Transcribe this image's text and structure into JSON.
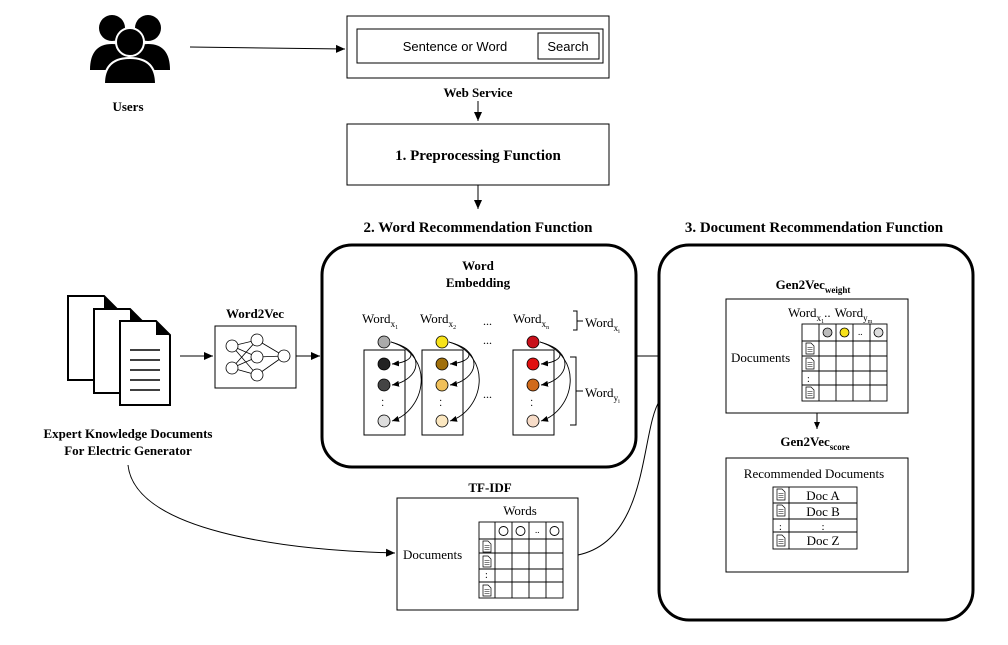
{
  "users": {
    "label": "Users"
  },
  "web_service": {
    "input_text": "Sentence or Word",
    "search_label": "Search",
    "label": "Web Service"
  },
  "preprocessing": {
    "label": "1. Preprocessing Function"
  },
  "word_rec": {
    "title": "2. Word Recommendation Function",
    "embed_line1": "Word",
    "embed_line2": "Embedding",
    "word_base": "Word",
    "sub_x1": "x",
    "sub_x1_idx": "1",
    "sub_x2": "x",
    "sub_x2_idx": "2",
    "sub_xn": "x",
    "sub_xn_idx": "n",
    "ellipsis": "...",
    "vdots": "·",
    "brace_top_label": "Word",
    "brace_top_sub": "x",
    "brace_top_sub_idx": "i",
    "brace_bottom_label": "Word",
    "brace_bottom_sub": "y",
    "brace_bottom_sub_idx": "i"
  },
  "word2vec": {
    "label": "Word2Vec"
  },
  "documents": {
    "line1": "Expert Knowledge Documents",
    "line2": "For Electric Generator"
  },
  "tfidf": {
    "title": "TF-IDF",
    "col_label": "Words",
    "row_label": "Documents",
    "header_dots": "..",
    "row_dots": ":"
  },
  "doc_rec": {
    "title": "3. Document Recommendation Function",
    "weight_title": "Gen2Vec",
    "weight_sub": "weight",
    "weight_cols": "Word",
    "weight_col_sub_x": "x",
    "weight_col_sub_x_idx": "1",
    "weight_mid": "..",
    "weight_col2": "Word",
    "weight_col_sub_y": "y",
    "weight_col_sub_y_idx": "m",
    "weight_rows": "Documents",
    "score_title": "Gen2Vec",
    "score_sub": "score",
    "rec_title": "Recommended Documents",
    "docs": [
      "Doc A",
      "Doc B",
      ":",
      "Doc Z"
    ]
  },
  "colors": {
    "x1_column": [
      "#aaaaaa",
      "#222222",
      "#444444",
      "#dddddd"
    ],
    "x2_column": [
      "#f7e21a",
      "#a06f0a",
      "#f0c05a",
      "#fbe7c0"
    ],
    "xn_column": [
      "#c8101a",
      "#e01010",
      "#d06a1a",
      "#f7dcc8"
    ],
    "weight_header": [
      "#bbbbbb",
      "#f7e21a",
      "#dddddd"
    ]
  }
}
